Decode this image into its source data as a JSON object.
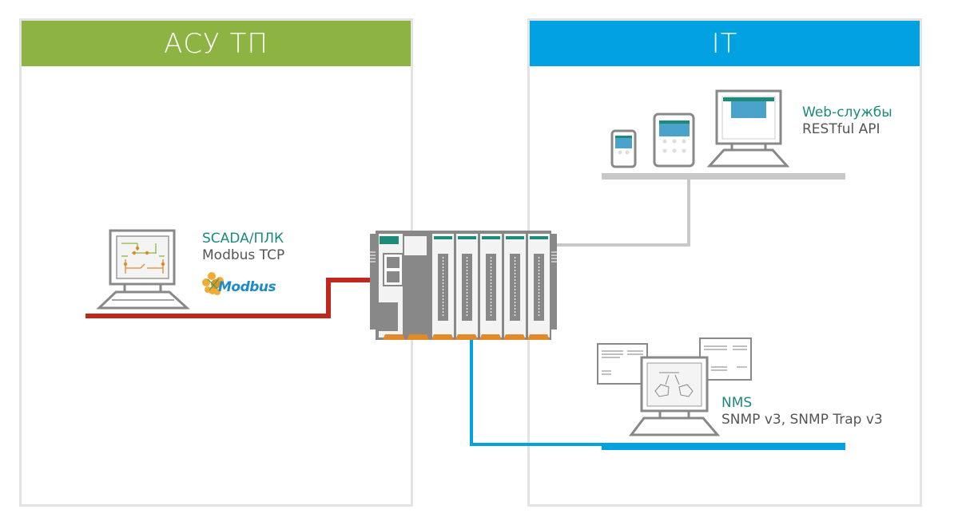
{
  "panels": {
    "left": {
      "title": "АСУ ТП",
      "color": "#8db443"
    },
    "right": {
      "title": "IT",
      "color": "#00a2e2"
    }
  },
  "nodes": {
    "scada": {
      "title": "SCADA/ПЛК",
      "subtitle": "Modbus TCP",
      "logo": "Modbus",
      "icon": "desktop-computer-icon"
    },
    "web": {
      "title": "Web-службы",
      "subtitle": "RESTful API",
      "icons": [
        "smartphone-icon",
        "tablet-icon",
        "desktop-computer-icon"
      ]
    },
    "nms": {
      "title": "NMS",
      "subtitle": "SNMP v3, SNMP Trap v3",
      "icon": "desktop-computer-icon"
    },
    "plc": {
      "icon": "modular-plc-controller-icon",
      "modules": 5
    }
  },
  "links": {
    "modbus_color": "#c0281e",
    "web_color": "#c8c8c8",
    "nms_color": "#00a2e2"
  },
  "colors": {
    "accent_text": "#1a8a7c",
    "body_text": "#555555",
    "device_gray": "#888888",
    "teal": "#1e8a7a",
    "orange": "#e08a2a"
  }
}
